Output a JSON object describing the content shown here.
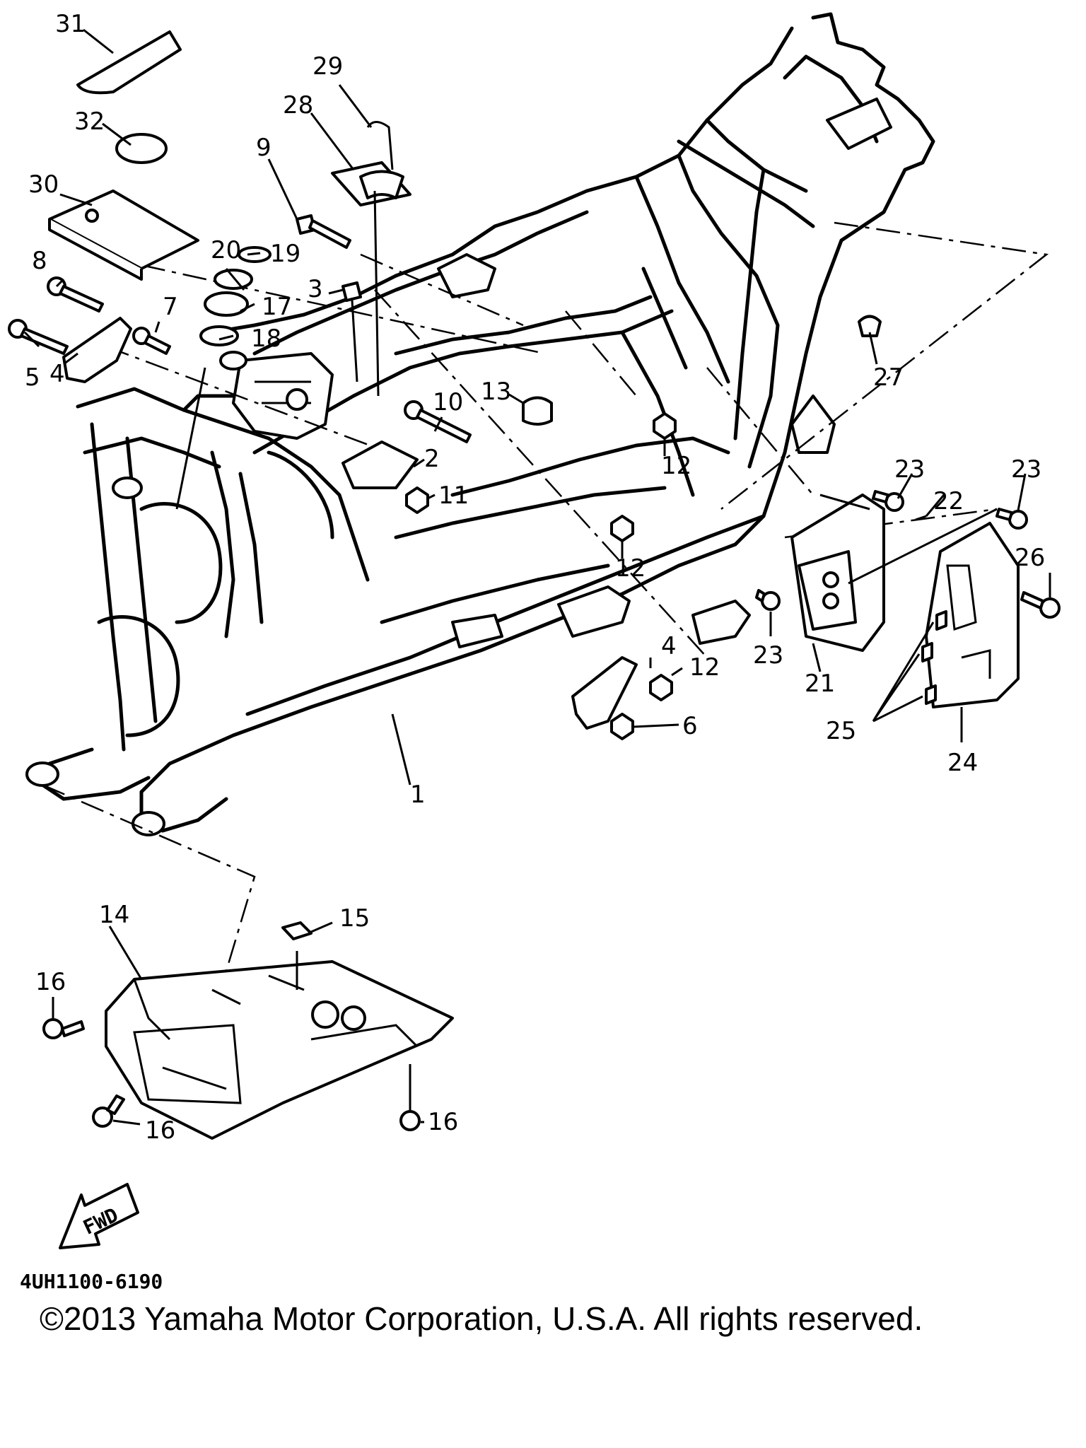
{
  "diagram": {
    "callouts": [
      "31",
      "32",
      "30",
      "29",
      "28",
      "9",
      "20",
      "19",
      "8",
      "17",
      "7",
      "5",
      "4",
      "18",
      "3",
      "27",
      "10",
      "13",
      "2",
      "12",
      "11",
      "12",
      "23",
      "23",
      "22",
      "26",
      "23",
      "21",
      "4",
      "12",
      "6",
      "25",
      "24",
      "1",
      "14",
      "15",
      "16",
      "16",
      "16"
    ],
    "drawing_code": "4UH1100-6190",
    "fwd_label": "FWD"
  },
  "copyright": "©2013 Yamaha Motor Corporation, U.S.A. All rights reserved."
}
